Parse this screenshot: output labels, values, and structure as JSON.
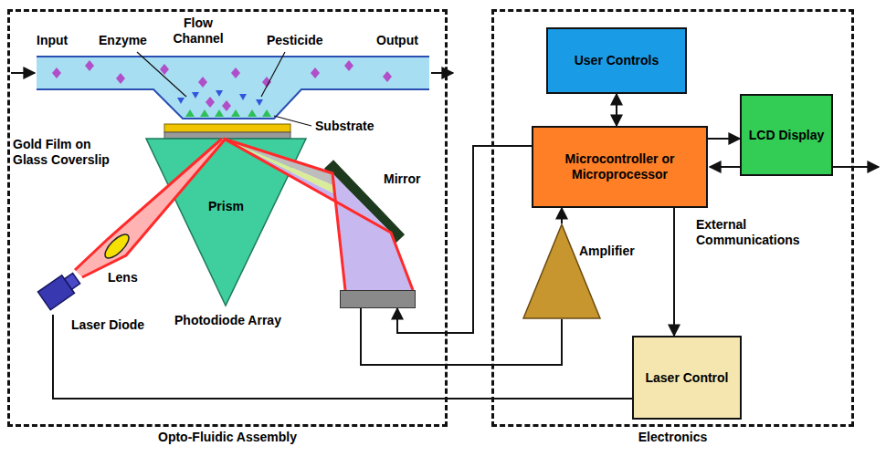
{
  "diagram": {
    "nodes": [
      {
        "text": [
          "Opto-Fluidic Assembly"
        ]
      },
      {
        "text": [
          "Prism"
        ],
        "in": 0
      },
      {
        "text": [
          "Photodiode Array"
        ],
        "in": 0
      },
      {
        "text": [
          "Laser Diode"
        ],
        "in": 0
      },
      {
        "text": [
          "Electronics"
        ]
      },
      {
        "text": [
          "User Controls"
        ],
        "in": 4
      },
      {
        "text": [
          "Microcontroller or Microprocessor"
        ],
        "in": 4
      },
      {
        "text": [
          "LCD Display"
        ],
        "in": 4
      },
      {
        "text": [
          "Amplifier"
        ],
        "in": 4
      },
      {
        "text": [
          "Laser Control"
        ],
        "in": 4
      }
    ],
    "edges": [
      {
        "from": 5,
        "to": 6,
        "arrow": "both"
      },
      {
        "from": 6,
        "to": 7,
        "arrow": "to"
      },
      {
        "from": 6,
        "to": 9,
        "arrow": "to"
      },
      {
        "from": 9,
        "to": 3,
        "arrow": "none"
      },
      {
        "from": 2,
        "to": 8,
        "arrow": "none"
      },
      {
        "from": 8,
        "to": 6,
        "arrow": "to"
      },
      {
        "from": 6,
        "to": 2,
        "arrow": "to"
      }
    ],
    "labels": [
      "Input",
      "Enzyme",
      "Flow Channel",
      "Pesticide",
      "Output",
      "Substrate",
      "Gold Film on Glass Coverslip",
      "Mirror",
      "Lens",
      "External Communications"
    ]
  }
}
